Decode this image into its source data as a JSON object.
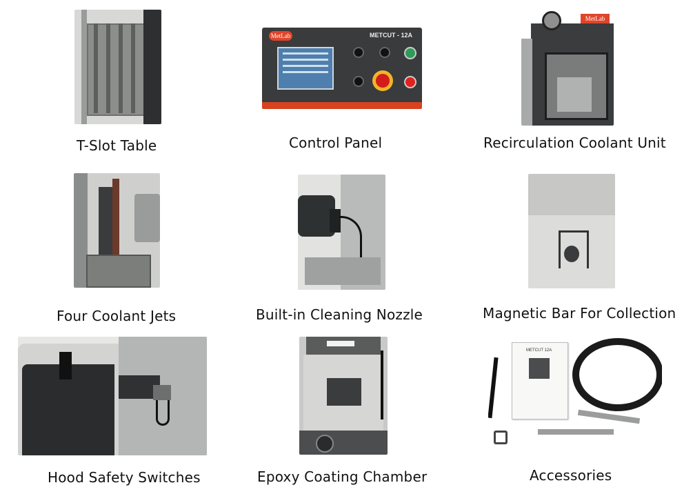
{
  "items": [
    {
      "label": "T-Slot Table",
      "image": "t-slot-table-photo"
    },
    {
      "label": "Control Panel",
      "image": "control-panel-photo",
      "panel_brand": "MetLab",
      "panel_model": "METCUT - 12A"
    },
    {
      "label": "Recirculation Coolant Unit",
      "image": "recirculation-coolant-unit-photo",
      "brand": "MetLab"
    },
    {
      "label": "Four Coolant Jets",
      "image": "four-coolant-jets-photo"
    },
    {
      "label": "Built-in Cleaning Nozzle",
      "image": "cleaning-nozzle-photo"
    },
    {
      "label": "Magnetic Bar For Collection",
      "image": "magnetic-bar-photo"
    },
    {
      "label": "Hood Safety Switches",
      "image": "hood-safety-switches-photo"
    },
    {
      "label": "Epoxy Coating Chamber",
      "image": "epoxy-coating-chamber-photo"
    },
    {
      "label": "Accessories",
      "image": "accessories-photo",
      "manual_title": "METCUT 12A"
    }
  ],
  "colors": {
    "brand_red": "#d9421f",
    "panel_dark": "#3a3b3c",
    "machine_grey": "#b7b9b8"
  }
}
